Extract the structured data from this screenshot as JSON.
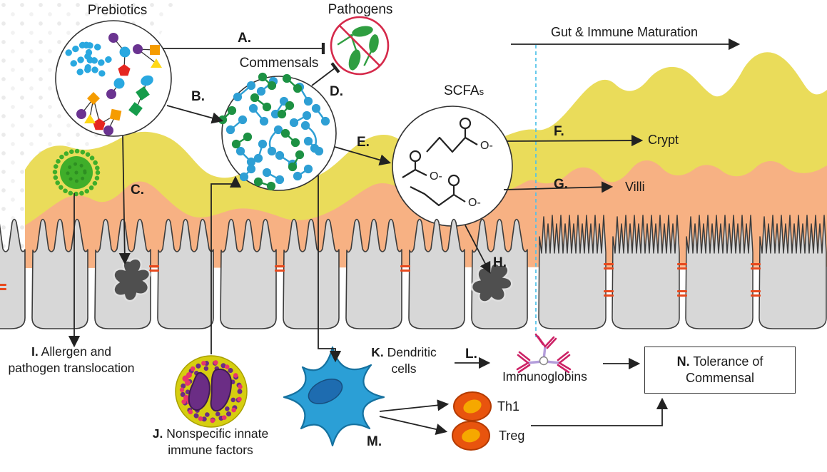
{
  "labels": {
    "prebiotics": "Prebiotics",
    "pathogens": "Pathogens",
    "commensals": "Commensals",
    "scfa": "SCFA",
    "scfa_suffix": "s",
    "maturation": "Gut & Immune Maturation",
    "crypt": "Crypt",
    "villi": "Villi",
    "immunoglobins": "Immunoglobins",
    "th1": "Th1",
    "treg": "Treg"
  },
  "steps": {
    "a": "A.",
    "b": "B.",
    "c": "C.",
    "d": "D.",
    "e": "E.",
    "f": "F.",
    "g": "G.",
    "h": "H.",
    "l": "L.",
    "m": "M."
  },
  "callouts": {
    "i": {
      "letter": "I.",
      "line1": "Allergen and",
      "line2": "pathogen translocation"
    },
    "j": {
      "letter": "J.",
      "line1": "Nonspecific innate",
      "line2": "immune factors"
    },
    "k": {
      "letter": "K.",
      "line1": "Dendritic",
      "line2": "cells"
    },
    "n": {
      "letter": "N.",
      "line1": "Tolerance of",
      "line2": "Commensal"
    }
  },
  "molecules": {
    "o_minus": "O-"
  },
  "colors": {
    "mucus": "#eadc5a",
    "lining": "#f7b183",
    "cellfill": "#d7d7d7",
    "cellstroke": "#3b3b3b",
    "junction": "#e8491d",
    "dashed": "#4fc1e9",
    "virus": "#3fae2a",
    "cblue": "#2e9fd4",
    "cgreen": "#1d9143",
    "bacgreen": "#2f9e41",
    "ringred": "#d5294a",
    "dendritic": "#2b9fd6",
    "dnucleus": "#1e6cb0",
    "nbody": "#d6ce10",
    "nnucleus": "#6b2d85",
    "pink": "#e8356d",
    "tcell": "#e8540e",
    "tcellinner": "#f6a800",
    "ink": "#222222",
    "pviolet": "#6a3390",
    "pblue": "#29a8e0",
    "porange": "#f59c00",
    "pred": "#e52620",
    "pyellow": "#ffd816",
    "pregreen": "#169c4b",
    "blob": "#4f4f4f"
  }
}
